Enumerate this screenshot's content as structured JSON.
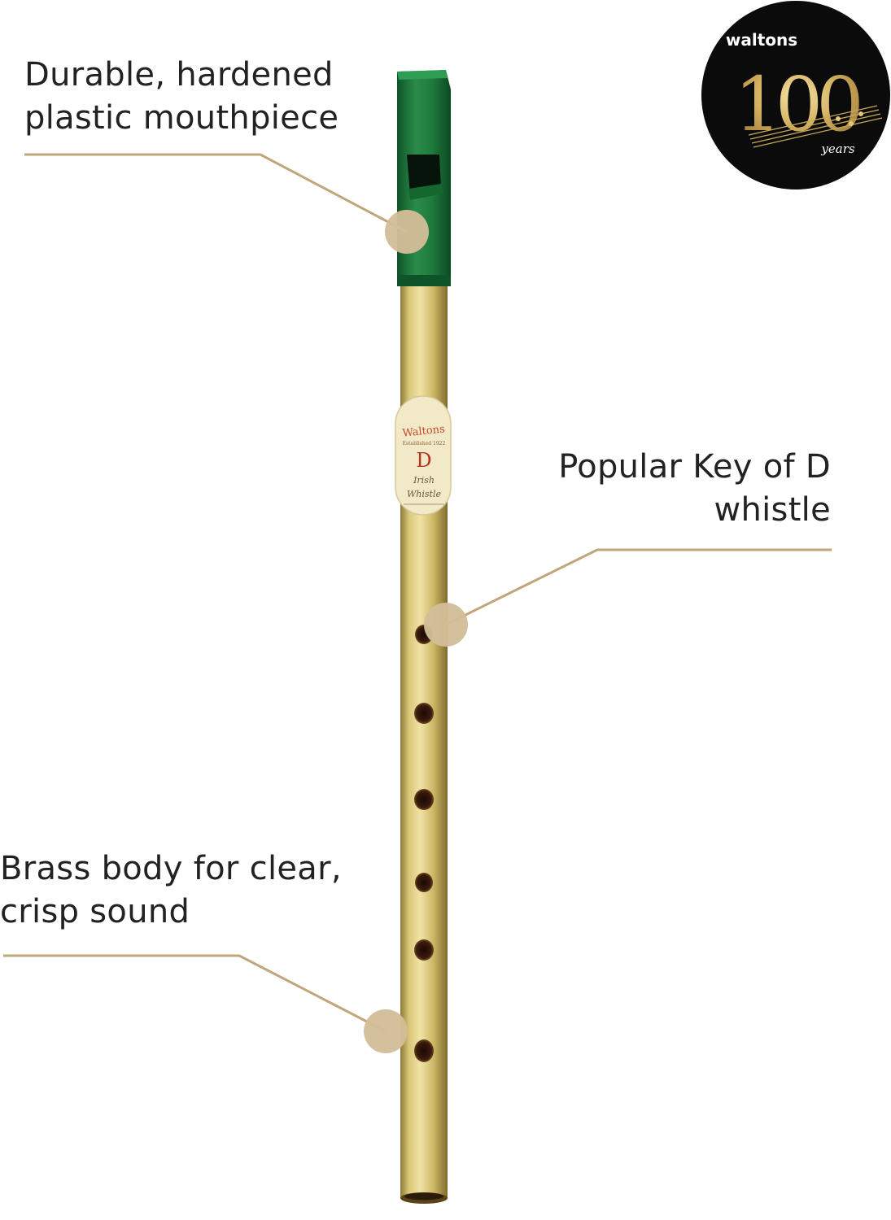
{
  "callouts": {
    "mouthpiece": {
      "line1": "Durable, hardened",
      "line2": "plastic mouthpiece"
    },
    "key": {
      "line1": "Popular Key of D",
      "line2": "whistle"
    },
    "body": {
      "line1": "Brass body for clear,",
      "line2": "crisp sound"
    }
  },
  "logo": {
    "brand": "waltons",
    "number": "100",
    "suffix": "years"
  },
  "label_sticker": {
    "brand": "Waltons",
    "established": "Established 1922",
    "key": "D",
    "script_line1": "Irish",
    "script_line2": "Whistle"
  },
  "colors": {
    "accent_line": "#bfa67c",
    "marker_dot": "#d2bd98",
    "mouthpiece_green": "#1f7a3c",
    "brass": "#d8c477",
    "logo_bg": "#0b0b0b",
    "logo_gold": "#c9a85a"
  }
}
